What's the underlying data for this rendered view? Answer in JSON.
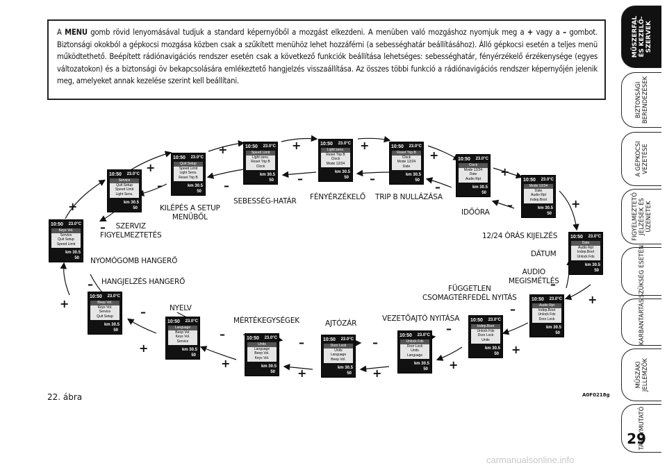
{
  "intro": {
    "before_menu": "A ",
    "menu_word": "MENU",
    "after_menu": " gomb rövid lenyomásával tudjuk a standard képernyőből a mozgást elkezdeni. A menüben való mozgáshoz nyomjuk meg a ",
    "plus": "+",
    "middle": " vagy a ",
    "minus": "–",
    "rest": " gombot. Biztonsági okokból a gépkocsi mozgása közben csak a szűkített menühöz lehet hozzáférni (a sebességhatár beállításához). Álló gépkocsi esetén a teljes menü működtethető. Beépített rádiónavigációs rendszer esetén csak a következő funkciók beállítása lehetséges: sebességhatár, fényérzékelő érzékenysége (egyes változatokon) és a biztonsági öv bekapcsolására emlékeztető hangjelzés visszaállítása. Az összes többi funkció a rádiónavigációs rendszer képernyőjén jelenik meg, amelyeket annak kezelése szerint kell beállítani."
  },
  "screens": [
    {
      "time": "10:50",
      "temp": "23.0°C",
      "lines": [
        "Keys Vol.",
        "Service",
        "Quit Setup",
        "Speed Limit"
      ],
      "km": "km  30.5",
      "odo": "50"
    },
    {
      "time": "10:50",
      "temp": "23.0°C",
      "lines": [
        "Service",
        "Quit Setup",
        "Speed Limit",
        "Light Sens."
      ],
      "km": "km  30.5",
      "odo": "50"
    },
    {
      "time": "10:50",
      "temp": "23.0°C",
      "lines": [
        "Quit Setup",
        "Speed Limit",
        "Light Sens.",
        "Reset Trip B"
      ],
      "km": "km  30.5",
      "odo": "50"
    },
    {
      "time": "10:50",
      "temp": "23.0°C",
      "lines": [
        "Speed Limit",
        "Light sens.",
        "Reset Trip B",
        "Clock"
      ],
      "km": "km  30.5",
      "odo": "50"
    },
    {
      "time": "10:50",
      "temp": "23.0°C",
      "lines": [
        "Light sens.",
        "Reset Trip B",
        "Clock",
        "Mode 12/24"
      ],
      "km": "km  30.5",
      "odo": "50"
    },
    {
      "time": "10:50",
      "temp": "23.0°C",
      "lines": [
        "Reset Trip B",
        "Clock",
        "Mode 12/24",
        "Date"
      ],
      "km": "km  30.5",
      "odo": "50"
    },
    {
      "time": "10:50",
      "temp": "23.0°C",
      "lines": [
        "Clock",
        "Mode 12/24",
        "Date",
        "Audio Rpt"
      ],
      "km": "km  30.5",
      "odo": "50"
    },
    {
      "time": "10:50",
      "temp": "23.0°C",
      "lines": [
        "Mode 12/24",
        "Date",
        "Audio Rpt",
        "Indep.Boot"
      ],
      "km": "km  30.5",
      "odo": "50"
    },
    {
      "time": "10:50",
      "temp": "23.0°C",
      "lines": [
        "Date",
        "Audio Rpt",
        "Indep.Boot",
        "Unlock Fds"
      ],
      "km": "km  30.5",
      "odo": "50"
    },
    {
      "time": "10:50",
      "temp": "23.0°C",
      "lines": [
        "Audio Rpt",
        "Indep.Boot",
        "Unlock Fds",
        "Door Lock"
      ],
      "km": "km  30.5",
      "odo": "50"
    },
    {
      "time": "10:50",
      "temp": "23.0°C",
      "lines": [
        "Indep.Boot",
        "Unlock Fds",
        "Door Lock",
        "Units"
      ],
      "km": "km  30.5",
      "odo": "50"
    },
    {
      "time": "10:50",
      "temp": "23.0°C",
      "lines": [
        "Unlock Fds",
        "Door Lock",
        "Units",
        "Language"
      ],
      "km": "km  30.5",
      "odo": "50"
    },
    {
      "time": "10:50",
      "temp": "23.0°C",
      "lines": [
        "Door Lock",
        "Units",
        "Language",
        "Beep Vol."
      ],
      "km": "km  30.5",
      "odo": "50"
    },
    {
      "time": "10:50",
      "temp": "23.0°C",
      "lines": [
        "Units",
        "Language",
        "Beep Vol.",
        "Keys Vol."
      ],
      "km": "km  30.5",
      "odo": "50"
    },
    {
      "time": "10:50",
      "temp": "23.0°C",
      "lines": [
        "Language",
        "Beep Vol.",
        "Keys Vol.",
        "Service"
      ],
      "km": "km  30.5",
      "odo": "50"
    },
    {
      "time": "10:50",
      "temp": "23.0°C",
      "lines": [
        "Beep Vol.",
        "Keys Vol.",
        "Service",
        "Quit Setup"
      ],
      "km": "km  30.5",
      "odo": "50"
    }
  ],
  "labels": {
    "szerviz": "SZERVIZ\nFIGYELMEZTETÉS",
    "kilepes": "KILÉPÉS A SETUP\nMENÜBŐL",
    "sebesseg": "SEBESSÉG-HATÁR",
    "feny": "FÉNYÉRZÉKELŐ",
    "tripb": "TRIP B NULLÁZÁSA",
    "idoora": "IDŐÓRA",
    "oras": "12/24 ÓRÁS KIJELZÉS",
    "datum": "DÁTUM",
    "audio": "AUDIO\nMEGISMÉTLÉS",
    "fuggetlen": "FÜGGETLEN\nCSOMAGTÉRFEDÉL NYITÁS",
    "vezeto": "VEZETŐAJTÓ NYITÁSA",
    "ajtozar": "AJTÓZÁR",
    "mertek": "MÉRTÉKEGYSÉGEK",
    "nyelv": "NYELV",
    "hangjelzes": "HANGJELZÉS HANGERŐ",
    "nyomogomb": "NYOMÓGOMB HANGERŐ"
  },
  "signs": {
    "plus": "+",
    "minus": "–"
  },
  "caption": "22. ábra",
  "figure_code": "A0F0218g",
  "tabs": [
    {
      "label": "MŰSZERFAL\nÉS KEZELŐ-\nSZERVEK",
      "active": true
    },
    {
      "label": "BIZTONSÁGI\nBERENDEZÉSEK",
      "active": false
    },
    {
      "label": "A GÉPKOCSI\nVEZETÉSE",
      "active": false
    },
    {
      "label": "FIGYELMEZTETŐ\nJELZÉSEK ÉS\nÜZENETEK",
      "active": false
    },
    {
      "label": "SZÜKSÉG ESETÉN",
      "active": false
    },
    {
      "label": "KARBANTARTÁS",
      "active": false
    },
    {
      "label": "MŰSZAKI\nJELLEMZŐK",
      "active": false
    },
    {
      "label": "TÁRGYMUTATÓ",
      "active": false
    }
  ],
  "page_number": "29",
  "watermark": "carmanualsonline.info"
}
